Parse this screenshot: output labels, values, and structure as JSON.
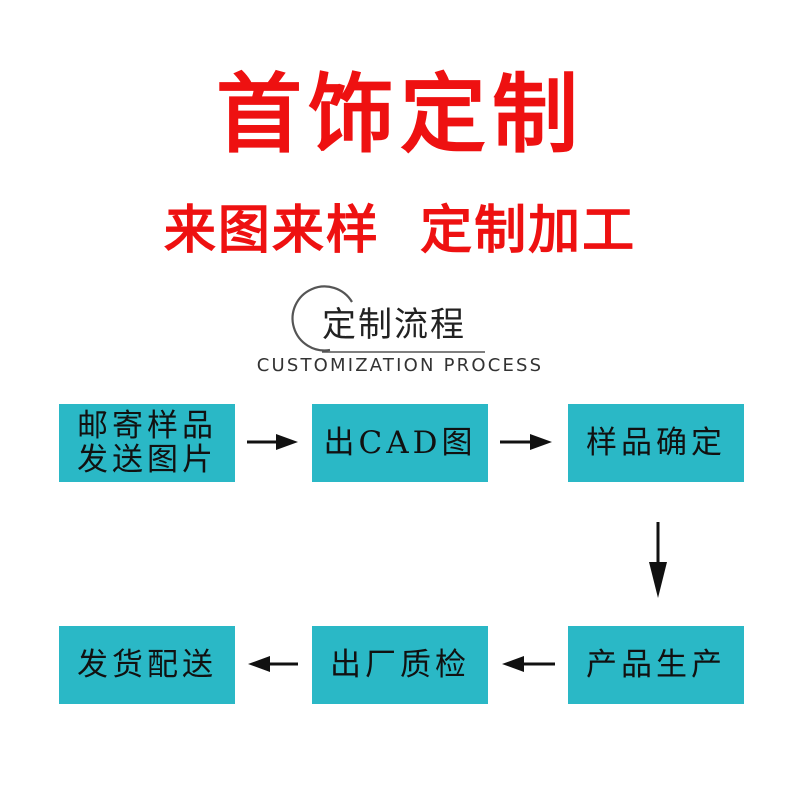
{
  "header": {
    "main_title": "首饰定制",
    "sub_title": "来图来样  定制加工"
  },
  "process": {
    "label_cn": "定制流程",
    "label_en": "CUSTOMIZATION PROCESS"
  },
  "steps": [
    {
      "line1": "邮寄样品",
      "line2": "发送图片"
    },
    {
      "line1": "出CAD图",
      "line2": ""
    },
    {
      "line1": "样品确定",
      "line2": ""
    },
    {
      "line1": "产品生产",
      "line2": ""
    },
    {
      "line1": "出厂质检",
      "line2": ""
    },
    {
      "line1": "发货配送",
      "line2": ""
    }
  ],
  "colors": {
    "title_red": "#ee1111",
    "step_teal": "#2ab8c6",
    "arrow": "#111111"
  }
}
